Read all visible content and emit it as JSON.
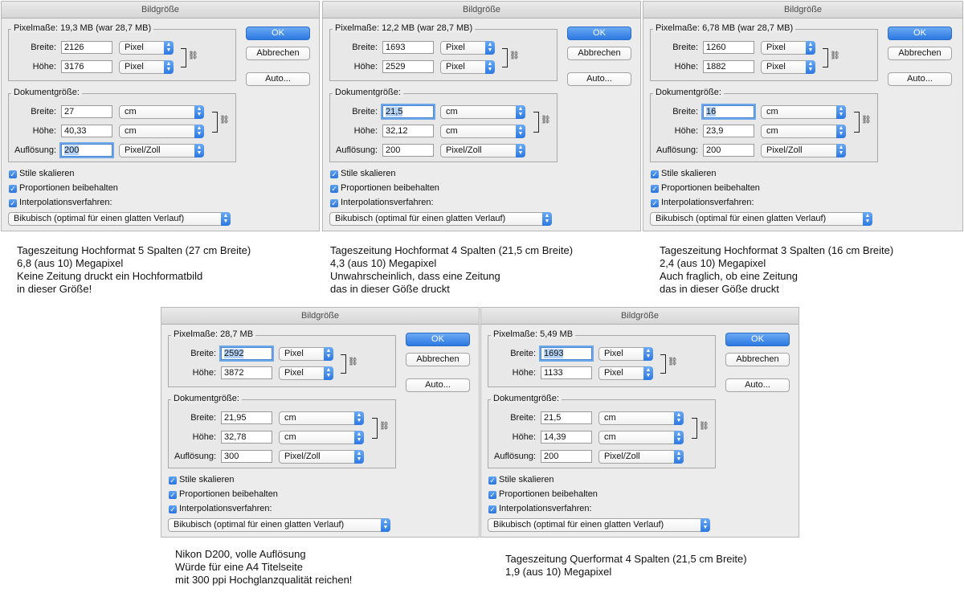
{
  "common": {
    "dialog_title": "Bildgröße",
    "ok_label": "OK",
    "cancel_label": "Abbrechen",
    "auto_label": "Auto...",
    "doc_size_label": "Dokumentgröße:",
    "width_label": "Breite:",
    "height_label": "Höhe:",
    "resolution_label": "Auflösung:",
    "unit_pixel": "Pixel",
    "unit_cm": "cm",
    "unit_ppi": "Pixel/Zoll",
    "scale_styles_label": "Stile skalieren",
    "constrain_label": "Proportionen beibehalten",
    "resample_label": "Interpolationsverfahren:",
    "resample_method": "Bikubisch (optimal für einen glatten Verlauf)",
    "accent_color": "#2d79e3"
  },
  "dialogs": [
    {
      "pixel_dims_label": "Pixelmaße: 19,3 MB (war 28,7 MB)",
      "pixel_width": "2126",
      "pixel_height": "3176",
      "doc_width": "27",
      "doc_height": "40,33",
      "resolution": "200",
      "focused_field": "resolution",
      "caption": [
        "Tageszeitung Hochformat 5 Spalten (27 cm Breite)",
        "6,8 (aus 10) Megapixel",
        "Keine Zeitung druckt ein Hochformatbild",
        "in dieser Größe!"
      ]
    },
    {
      "pixel_dims_label": "Pixelmaße: 12,2 MB (war 28,7 MB)",
      "pixel_width": "1693",
      "pixel_height": "2529",
      "doc_width": "21,5",
      "doc_height": "32,12",
      "resolution": "200",
      "focused_field": "doc_width",
      "caption": [
        "Tageszeitung Hochformat 4 Spalten (21,5 cm Breite)",
        "4,3 (aus 10) Megapixel",
        "Unwahrscheinlich, dass eine Zeitung",
        "das in dieser Göße druckt"
      ]
    },
    {
      "pixel_dims_label": "Pixelmaße: 6,78 MB (war 28,7 MB)",
      "pixel_width": "1260",
      "pixel_height": "1882",
      "doc_width": "16",
      "doc_height": "23,9",
      "resolution": "200",
      "focused_field": "doc_width",
      "caption": [
        "Tageszeitung Hochformat 3 Spalten (16 cm Breite)",
        "2,4 (aus 10) Megapixel",
        "Auch fraglich, ob eine Zeitung",
        "das in dieser Göße druckt"
      ]
    },
    {
      "pixel_dims_label": "Pixelmaße: 28,7 MB",
      "pixel_width": "2592",
      "pixel_height": "3872",
      "doc_width": "21,95",
      "doc_height": "32,78",
      "resolution": "300",
      "focused_field": "pixel_width",
      "caption": [
        "Nikon D200, volle Auflösung",
        "Würde für eine A4 Titelseite",
        "mit 300 ppi Hochglanzqualität reichen!"
      ]
    },
    {
      "pixel_dims_label": "Pixelmaße: 5,49 MB",
      "pixel_width": "1693",
      "pixel_height": "1133",
      "doc_width": "21,5",
      "doc_height": "14,39",
      "resolution": "200",
      "focused_field": "pixel_width",
      "caption": [
        "Tageszeitung Querformat 4 Spalten (21,5 cm Breite)",
        "1,9 (aus 10) Megapixel"
      ]
    }
  ]
}
